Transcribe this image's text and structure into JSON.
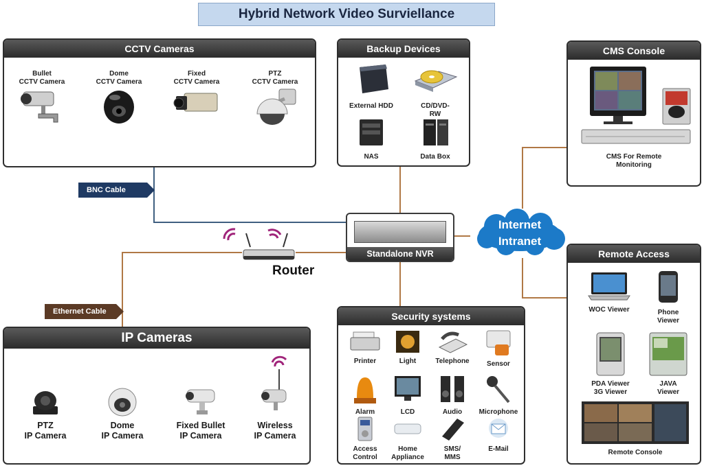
{
  "title": "Hybrid Network Video Surviellance",
  "cctv": {
    "heading": "CCTV Cameras",
    "items": [
      {
        "label": "Bullet\nCCTV Camera",
        "icon": "bullet-camera-icon"
      },
      {
        "label": "Dome\nCCTV Camera",
        "icon": "dome-camera-icon"
      },
      {
        "label": "Fixed\nCCTV Camera",
        "icon": "fixed-camera-icon"
      },
      {
        "label": "PTZ\nCCTV Camera",
        "icon": "ptz-camera-icon"
      }
    ]
  },
  "backup": {
    "heading": "Backup Devices",
    "items": [
      {
        "label": "External HDD",
        "icon": "external-hdd-icon"
      },
      {
        "label": "CD/DVD-\nRW",
        "icon": "cd-dvd-icon"
      },
      {
        "label": "NAS",
        "icon": "nas-icon"
      },
      {
        "label": "Data Box",
        "icon": "data-box-icon"
      }
    ]
  },
  "cms": {
    "heading": "CMS Console",
    "caption": "CMS For Remote\nMonitoring"
  },
  "links": {
    "bnc": "BNC Cable",
    "ethernet": "Ethernet Cable"
  },
  "nvr": {
    "label": "Standalone NVR"
  },
  "router": {
    "label": "Router"
  },
  "cloud": {
    "line1": "Internet",
    "line2": "Intranet"
  },
  "remote": {
    "heading": "Remote Access",
    "items": [
      {
        "label": "WOC Viewer",
        "icon": "laptop-icon"
      },
      {
        "label": "Phone\nViewer",
        "icon": "phone-icon"
      },
      {
        "label": "PDA Viewer\n3G Viewer",
        "icon": "pda-icon"
      },
      {
        "label": "JAVA\nViewer",
        "icon": "java-phone-icon"
      },
      {
        "label": "Remote Console",
        "icon": "remote-console-icon"
      }
    ]
  },
  "security": {
    "heading": "Security systems",
    "items": [
      {
        "label": "Printer",
        "icon": "printer-icon"
      },
      {
        "label": "Light",
        "icon": "light-icon"
      },
      {
        "label": "Telephone",
        "icon": "telephone-icon"
      },
      {
        "label": "Sensor",
        "icon": "sensor-icon"
      },
      {
        "label": "Alarm",
        "icon": "alarm-icon"
      },
      {
        "label": "LCD",
        "icon": "lcd-icon"
      },
      {
        "label": "Audio",
        "icon": "audio-icon"
      },
      {
        "label": "Microphone",
        "icon": "microphone-icon"
      },
      {
        "label": "Access\nControl",
        "icon": "access-control-icon"
      },
      {
        "label": "Home\nAppliance",
        "icon": "home-appliance-icon"
      },
      {
        "label": "SMS/\nMMS",
        "icon": "sms-mms-icon"
      },
      {
        "label": "E-Mail",
        "icon": "email-icon"
      }
    ]
  },
  "ip": {
    "heading": "IP Cameras",
    "items": [
      {
        "label": "PTZ\nIP Camera",
        "icon": "ptz-ip-camera-icon"
      },
      {
        "label": "Dome\nIP Camera",
        "icon": "dome-ip-camera-icon"
      },
      {
        "label": "Fixed Bullet\nIP Camera",
        "icon": "fixed-bullet-ip-camera-icon"
      },
      {
        "label": "Wireless\nIP Camera",
        "icon": "wireless-ip-camera-icon"
      }
    ]
  },
  "colors": {
    "coax_wire": "#3f5f80",
    "ethernet_wire": "#b07845",
    "panel_header": "#333333",
    "title_bg": "#c5d8ee",
    "cloud": "#1c7ac8"
  }
}
